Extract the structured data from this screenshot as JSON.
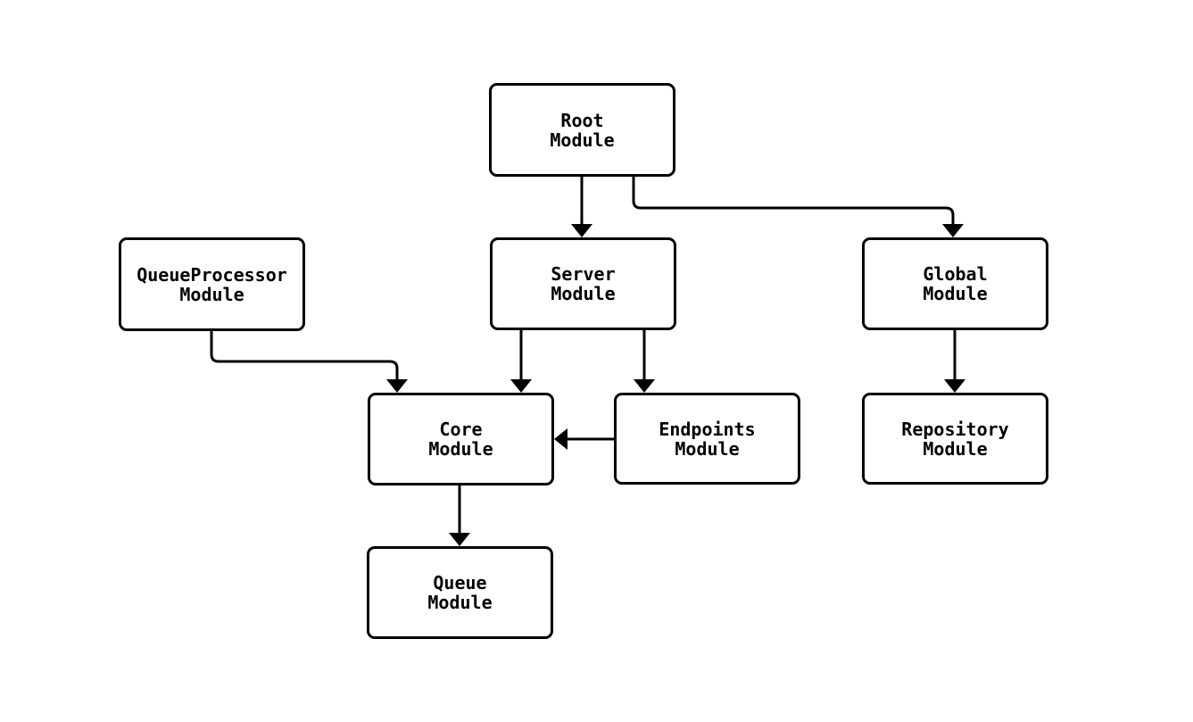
{
  "diagram": {
    "type": "flowchart",
    "background_color": "#ffffff",
    "node_fill_color": "#ffffff",
    "node_border_color": "#000000",
    "edge_color": "#000000",
    "text_color": "#000000"
  },
  "nodes": [
    {
      "id": "root",
      "label": "Root\nModule"
    },
    {
      "id": "queue-processor",
      "label": "QueueProcessor\nModule"
    },
    {
      "id": "server",
      "label": "Server\nModule"
    },
    {
      "id": "global",
      "label": "Global\nModule"
    },
    {
      "id": "core",
      "label": "Core\nModule"
    },
    {
      "id": "endpoints",
      "label": "Endpoints\nModule"
    },
    {
      "id": "repository",
      "label": "Repository\nModule"
    },
    {
      "id": "queue",
      "label": "Queue\nModule"
    }
  ],
  "edges": [
    {
      "from": "root",
      "to": "server"
    },
    {
      "from": "root",
      "to": "global"
    },
    {
      "from": "queue-processor",
      "to": "core"
    },
    {
      "from": "server",
      "to": "core"
    },
    {
      "from": "server",
      "to": "endpoints"
    },
    {
      "from": "endpoints",
      "to": "core"
    },
    {
      "from": "global",
      "to": "repository"
    },
    {
      "from": "core",
      "to": "queue"
    }
  ]
}
